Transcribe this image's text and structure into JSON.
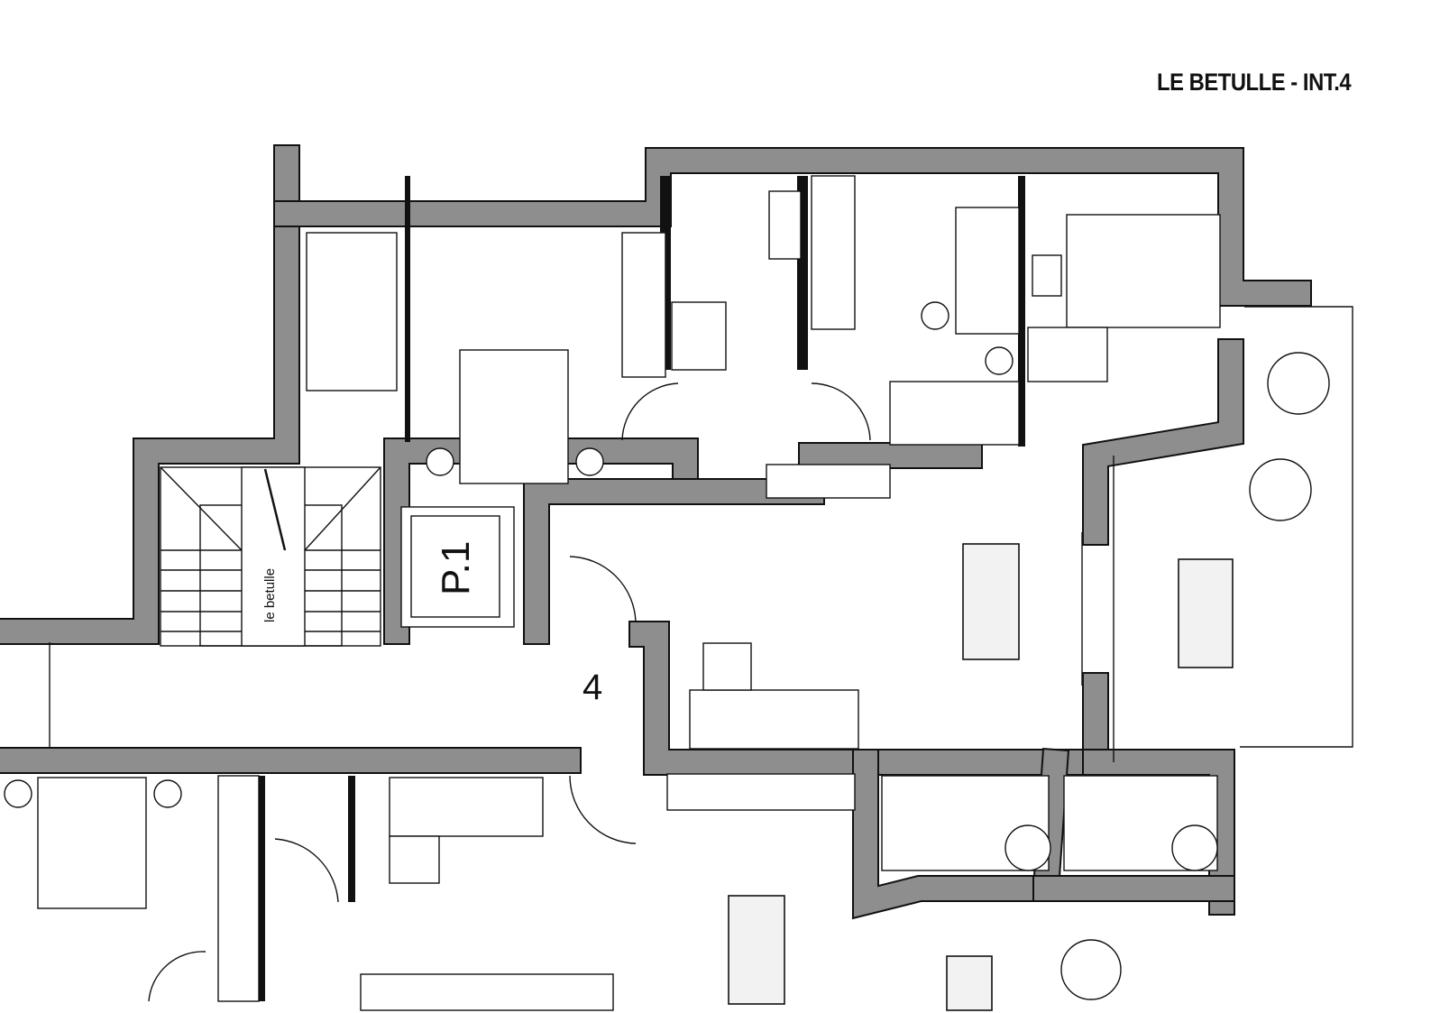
{
  "title": "LE BETULLE - INT.4",
  "labels": {
    "unit_number": "4",
    "elevator": "P.1",
    "staircase": "le betulle"
  },
  "colors": {
    "wall": "#8e8e8e",
    "outline": "#111111",
    "background": "#ffffff"
  }
}
